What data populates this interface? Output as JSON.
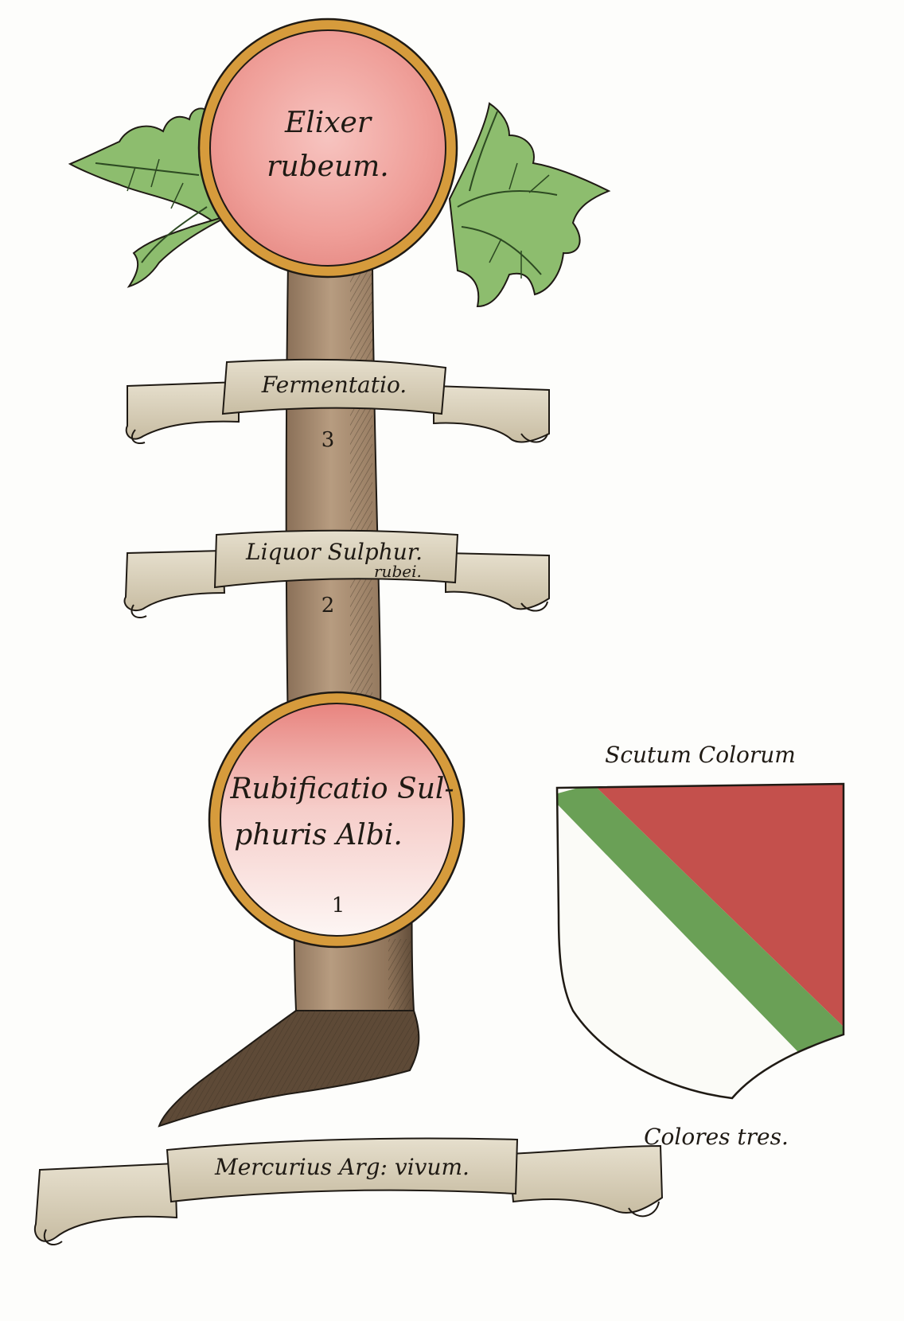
{
  "top_circle": {
    "line1": "Elixer",
    "line2": "rubeum."
  },
  "scroll_1": {
    "text": "Fermentatio."
  },
  "step_3": "3",
  "scroll_2": {
    "line1": "Liquor Sulphur.",
    "line2": "rubei."
  },
  "step_2": "2",
  "bottom_circle": {
    "line1": "Rubificatio Sul-",
    "line2": "phuris Albi."
  },
  "step_1": "1",
  "base_scroll": {
    "text": "Mercurius Arg: vivum."
  },
  "shield": {
    "title": "Scutum Colorum",
    "caption": "Colores tres."
  },
  "colors": {
    "red": "#c4504c",
    "green": "#6aa056",
    "white": "#fbfbf7",
    "gold": "#d69b3c",
    "trunk": "#a48a6e",
    "scroll": "#ddd5c1",
    "leaf": "#8dbd6e",
    "ink": "#1f1a14"
  }
}
